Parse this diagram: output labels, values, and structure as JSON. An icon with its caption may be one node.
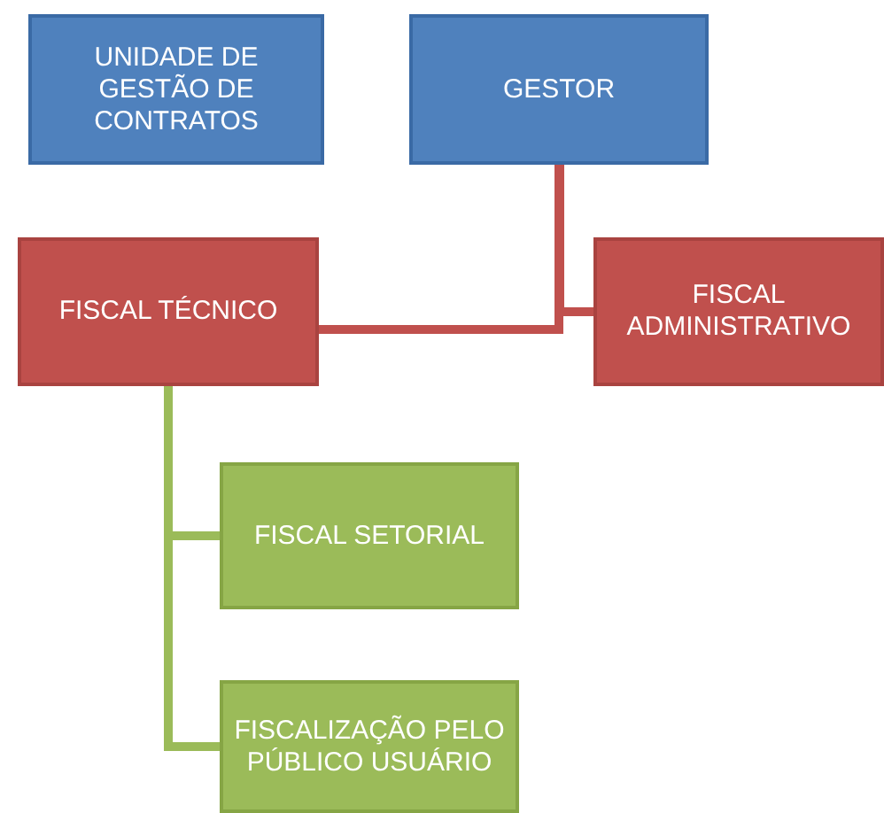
{
  "diagram": {
    "nodes": [
      {
        "text": [
          "UNIDADE DE GESTÃO DE CONTRATOS"
        ]
      },
      {
        "text": [
          "GESTOR"
        ]
      },
      {
        "text": [
          "FISCAL TÉCNICO"
        ]
      },
      {
        "text": [
          "FISCAL ADMINISTRATIVO"
        ]
      },
      {
        "text": [
          "FISCAL SETORIAL"
        ]
      },
      {
        "text": [
          "FISCALIZAÇÃO PELO PÚBLICO USUÁRIO"
        ]
      }
    ],
    "edges": [
      {
        "from": 1,
        "to": 2,
        "arrow": "none",
        "color": "#c0504d"
      },
      {
        "from": 1,
        "to": 3,
        "arrow": "none",
        "color": "#c0504d"
      },
      {
        "from": 2,
        "to": 4,
        "arrow": "none",
        "color": "#9bbb59"
      },
      {
        "from": 2,
        "to": 5,
        "arrow": "none",
        "color": "#9bbb59"
      }
    ]
  }
}
